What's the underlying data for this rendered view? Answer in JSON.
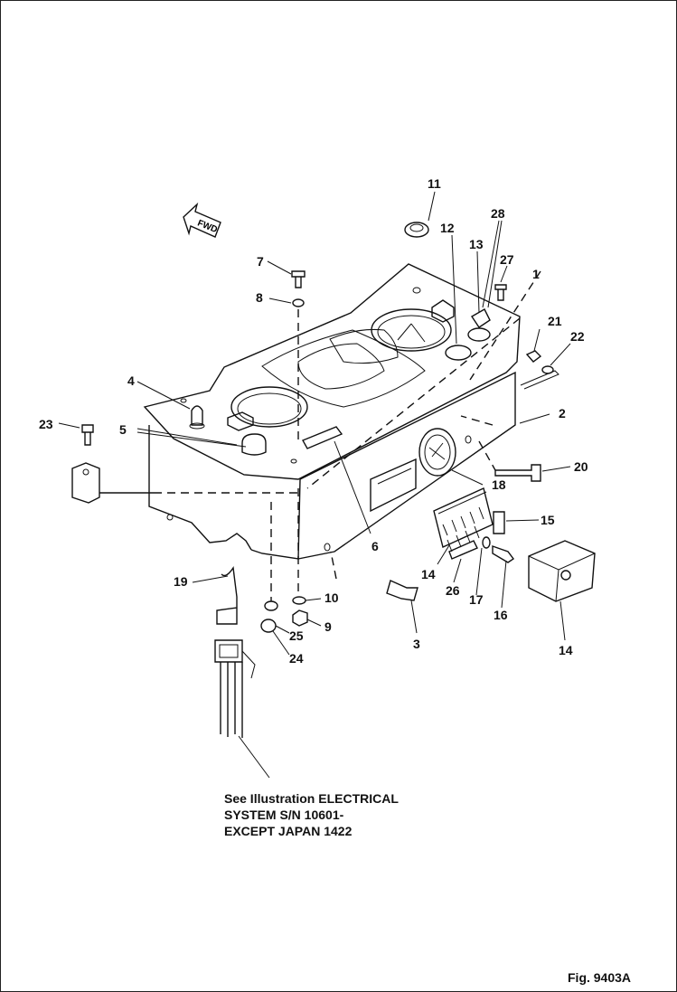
{
  "parts": {
    "p1": "1",
    "p2": "2",
    "p3": "3",
    "p4": "4",
    "p5": "5",
    "p6": "6",
    "p7": "7",
    "p8": "8",
    "p9": "9",
    "p10": "10",
    "p11": "11",
    "p12": "12",
    "p13": "13",
    "p14a": "14",
    "p14b": "14",
    "p15": "15",
    "p16": "16",
    "p17": "17",
    "p18": "18",
    "p19": "19",
    "p20": "20",
    "p21": "21",
    "p22": "22",
    "p23": "23",
    "p24": "24",
    "p25": "25",
    "p26": "26",
    "p27": "27",
    "p28": "28"
  },
  "fwd_arrow_text": "FWD",
  "reference_note": {
    "line1": "See Illustration ELECTRICAL",
    "line2": "SYSTEM S/N 10601-",
    "line3": "EXCEPT JAPAN 1422"
  },
  "figure_label": "Fig. 9403A"
}
